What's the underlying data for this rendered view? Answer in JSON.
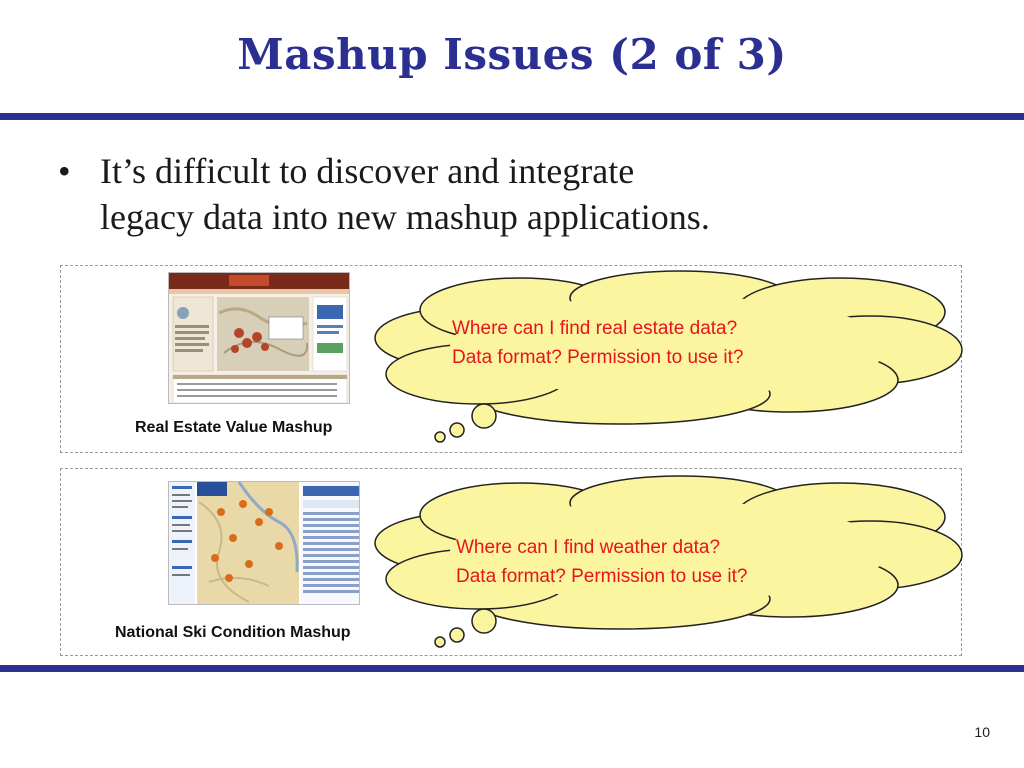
{
  "slide": {
    "title": "Mashup Issues (2 of 3)",
    "bullet_marker": "•",
    "bullet_line_1": "It’s difficult to discover and integrate",
    "bullet_line_2": "legacy data into new mashup applications.",
    "page_number": "10"
  },
  "examples": [
    {
      "caption": "Real Estate Value Mashup",
      "thought_line_1": "Where can I find real estate data?",
      "thought_line_2": "Data format? Permission to use it?"
    },
    {
      "caption": "National Ski Condition Mashup",
      "thought_line_1": "Where can I find weather data?",
      "thought_line_2": "Data format? Permission to use it?"
    }
  ],
  "colors": {
    "title": "#2a2f91",
    "rule": "#2a2f91",
    "cloud_fill": "#fbf5a0",
    "cloud_outline": "#222222",
    "cloud_text": "#e8131c"
  }
}
